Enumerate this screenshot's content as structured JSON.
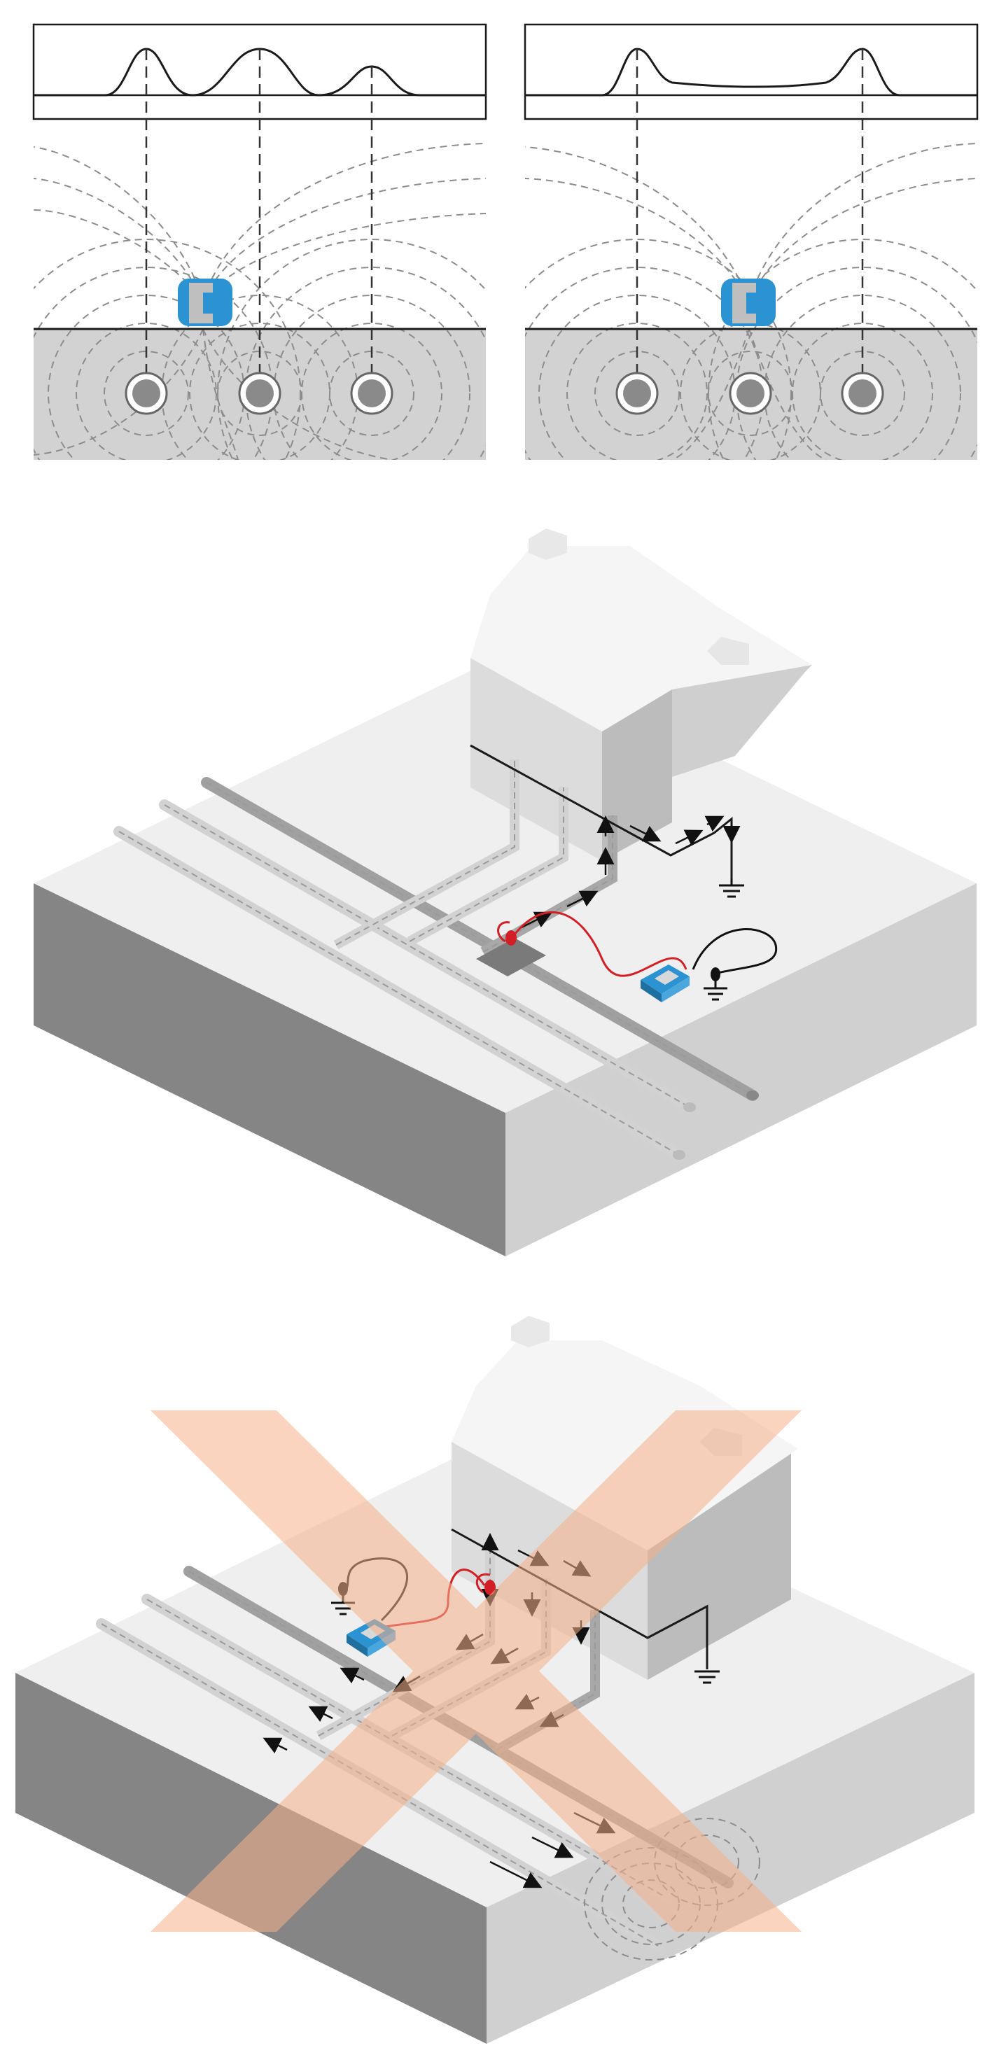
{
  "figure": {
    "panels": [
      {
        "id": "three-conductor-profile",
        "peaks": 3,
        "conductors": 3
      },
      {
        "id": "two-peak-profile",
        "peaks": 2,
        "conductors": 3
      }
    ],
    "scenes": [
      {
        "id": "correct-connection",
        "crossed_out": false
      },
      {
        "id": "incorrect-connection",
        "crossed_out": true
      }
    ],
    "colors": {
      "locator_blue": "#2b93d1",
      "clip_red": "#d11f25",
      "ground_gray": "#d2d2d2",
      "block_side_dark": "#858585",
      "block_side_light": "#d0d0d0",
      "block_top": "#eeeeee",
      "cross_orange": "#f7c9ae"
    },
    "icons": [
      "locator-icon",
      "transmitter-icon",
      "ground-symbol-icon",
      "clamp-icon",
      "arrow-icon"
    ]
  }
}
